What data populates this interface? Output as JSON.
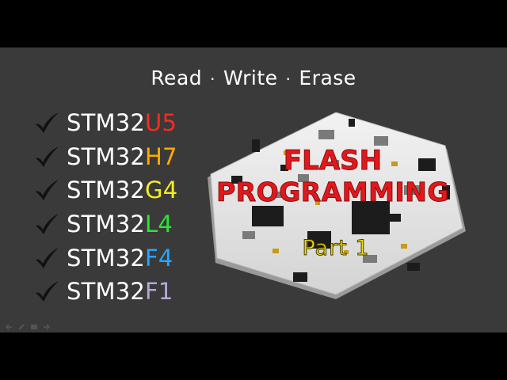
{
  "slide": {
    "subtitle": {
      "read": "Read",
      "write": "Write",
      "erase": "Erase",
      "separator": "·"
    },
    "chips": [
      {
        "prefix": "STM32",
        "suffix": "U5",
        "color": "#ff2a1f"
      },
      {
        "prefix": "STM32",
        "suffix": "H7",
        "color": "#ffab00"
      },
      {
        "prefix": "STM32",
        "suffix": "G4",
        "color": "#f2ee22"
      },
      {
        "prefix": "STM32",
        "suffix": "L4",
        "color": "#2fe23a"
      },
      {
        "prefix": "STM32",
        "suffix": "F4",
        "color": "#2aa4ff"
      },
      {
        "prefix": "STM32",
        "suffix": "F1",
        "color": "#b7a7d8"
      }
    ],
    "overlay": {
      "line1": "FLASH",
      "line2": "PROGRAMMING",
      "part": "Part 1"
    },
    "colors": {
      "title_red": "#e0191c",
      "part_yellow": "#f3e20f",
      "slide_bg": "#3a3a3a"
    }
  },
  "nav_controls": [
    "back-arrow-icon",
    "pen-icon",
    "slide-menu-icon",
    "forward-arrow-icon"
  ]
}
